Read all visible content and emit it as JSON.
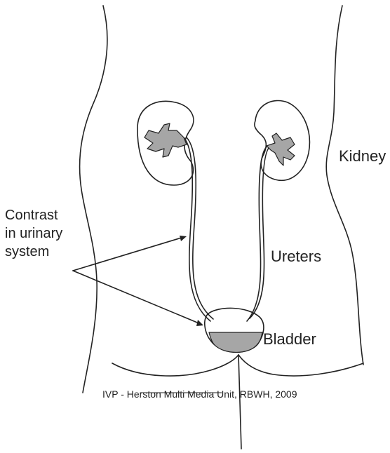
{
  "labels": {
    "kidney": "Kidney",
    "ureters": "Ureters",
    "bladder": "Bladder",
    "contrast": [
      "Contrast",
      "in urinary",
      "system"
    ]
  },
  "credit": "IVP - Herston Multi Media Unit, RBWH, 2009",
  "colors": {
    "outline": "#222222",
    "contrast_fill": "#a6a6a6",
    "background": "#ffffff"
  }
}
